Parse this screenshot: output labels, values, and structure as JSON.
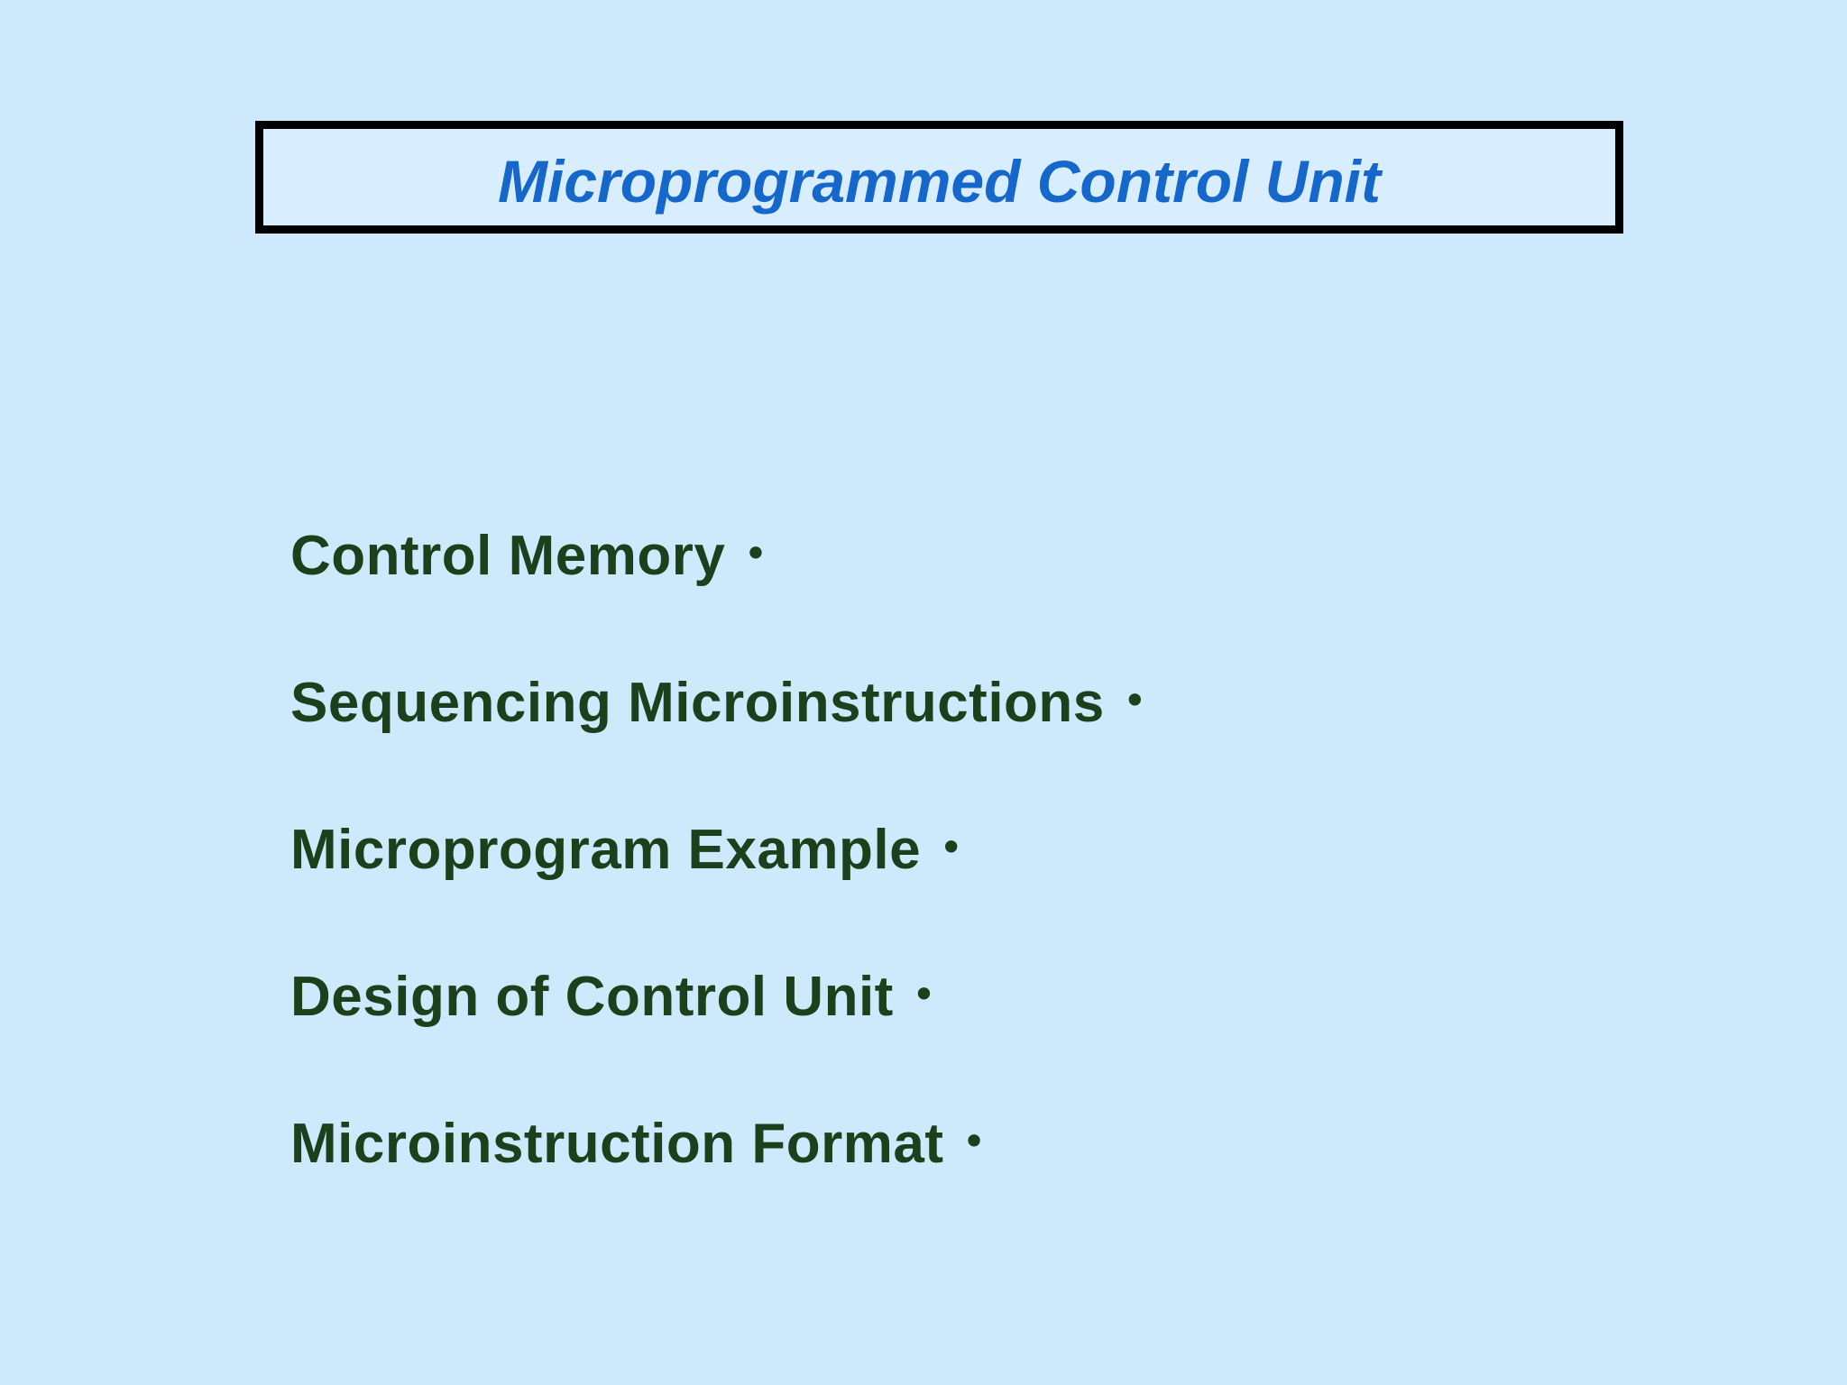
{
  "slide": {
    "title": "Microprogrammed Control Unit",
    "bullet_char": "•",
    "bullets": [
      "Control Memory",
      "Sequencing Microinstructions",
      "Microprogram Example",
      "Design of Control Unit",
      "Microinstruction Format"
    ],
    "colors": {
      "background": "#cfe9fc",
      "title_box_background": "#d8edfd",
      "title_box_border": "#000000",
      "title_text": "#1667cc",
      "bullet_text": "#1c401c"
    }
  }
}
